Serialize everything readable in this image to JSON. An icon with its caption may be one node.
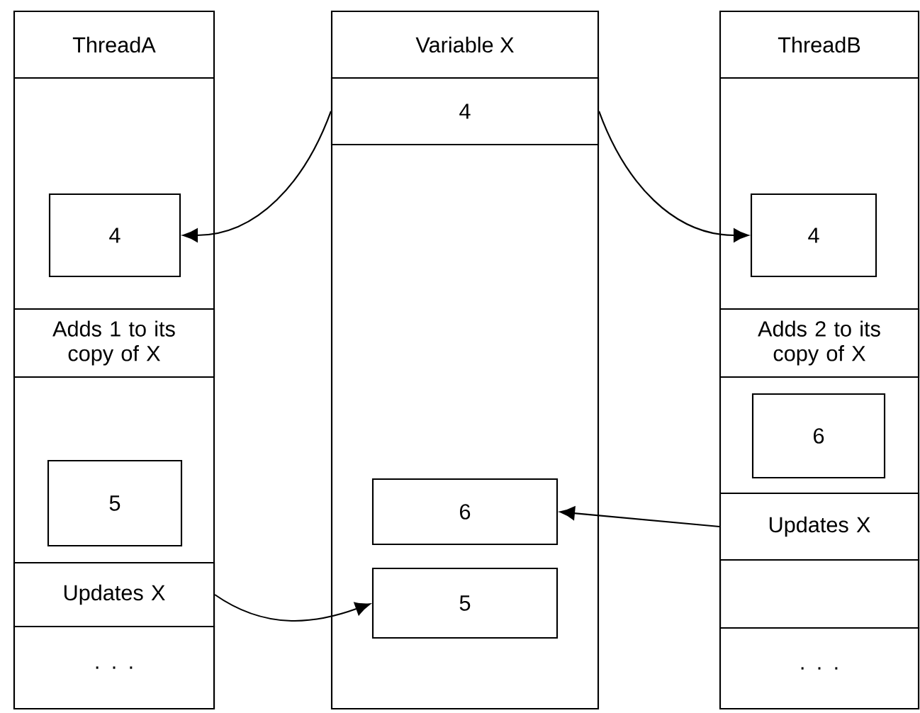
{
  "diagram": {
    "nodes": [
      {
        "text": [
          "ThreadA"
        ]
      },
      {
        "text": [
          "4"
        ],
        "in": 0
      },
      {
        "text": [
          "Adds 1 to its copy of X"
        ],
        "in": 0
      },
      {
        "text": [
          "5"
        ],
        "in": 0
      },
      {
        "text": [
          "Updates X"
        ],
        "in": 0
      },
      {
        "text": [
          ". . ."
        ],
        "in": 0
      },
      {
        "text": [
          "Variable X"
        ]
      },
      {
        "text": [
          "4"
        ],
        "in": 6
      },
      {
        "text": [
          "6"
        ],
        "in": 6
      },
      {
        "text": [
          "5"
        ],
        "in": 6
      },
      {
        "text": [
          "ThreadB"
        ]
      },
      {
        "text": [
          "4"
        ],
        "in": 10
      },
      {
        "text": [
          "Adds 2 to its copy of X"
        ],
        "in": 10
      },
      {
        "text": [
          "6"
        ],
        "in": 10
      },
      {
        "text": [
          "Updates X"
        ],
        "in": 10
      },
      {
        "text": [],
        "shape": "box",
        "in": 10
      },
      {
        "text": [
          ". . ."
        ],
        "in": 10
      }
    ],
    "edges": [
      {
        "from": 7,
        "to": 1,
        "arrow": "to"
      },
      {
        "from": 7,
        "to": 11,
        "arrow": "to"
      },
      {
        "from": 4,
        "to": 9,
        "arrow": "to"
      },
      {
        "from": 14,
        "to": 8,
        "arrow": "to"
      }
    ]
  }
}
